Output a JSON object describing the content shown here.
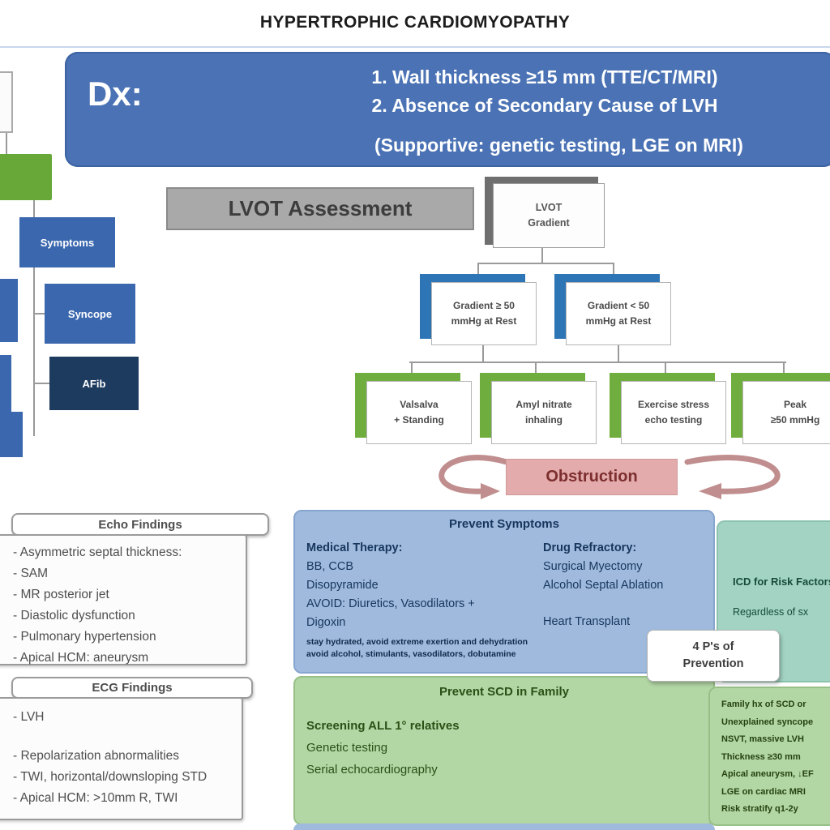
{
  "title": "HYPERTROPHIC CARDIOMYOPATHY",
  "dx": {
    "label": "Dx:",
    "line1": "1. Wall thickness ≥15 mm (TTE/CT/MRI)",
    "line2": "2. Absence of Secondary Cause of LVH",
    "line3": "(Supportive: genetic testing, LGE on MRI)"
  },
  "left_tree": {
    "node1": "Symptoms",
    "node2": "Syncope",
    "node3": "AFib"
  },
  "lvot": {
    "header": "LVOT Assessment",
    "gradient_line1": "LVOT",
    "gradient_line2": "Gradient"
  },
  "rest_boxes": {
    "left_line1": "Gradient ≥ 50",
    "left_line2": "mmHg at Rest",
    "right_line1": "Gradient < 50",
    "right_line2": "mmHg at Rest"
  },
  "provocation": {
    "box1_line1": "Valsalva",
    "box1_line2": "+ Standing",
    "box2_line1": "Amyl nitrate",
    "box2_line2": "inhaling",
    "box3_line1": "Exercise stress",
    "box3_line2": "echo testing",
    "box4_line1": "Peak",
    "box4_line2": "≥50 mmHg"
  },
  "obstruction_label": "Obstruction",
  "echo_findings": {
    "header": "Echo Findings",
    "items": [
      "Asymmetric septal thickness:",
      "SAM",
      "MR posterior jet",
      "Diastolic dysfunction",
      "Pulmonary hypertension",
      "Apical HCM: aneurysm"
    ]
  },
  "ecg_findings": {
    "header": "ECG Findings",
    "items": [
      "LVH",
      "Repolarization abnormalities",
      "TWI, horizontal/downsloping STD",
      "Apical HCM: >10mm R, TWI"
    ]
  },
  "prevent_symptoms": {
    "title": "Prevent Symptoms",
    "medical_therapy": {
      "header": "Medical Therapy:",
      "items": [
        "BB, CCB",
        "Disopyramide",
        "AVOID: Diuretics, Vasodilators +",
        "Digoxin"
      ],
      "caution1": "stay hydrated, avoid extreme exertion and dehydration",
      "caution2": "avoid alcohol, stimulants, vasodilators, dobutamine"
    },
    "drug_refractory": {
      "header": "Drug Refractory:",
      "items": [
        "Surgical Myectomy",
        "Alcohol Septal Ablation"
      ],
      "last_item": "Heart Transplant"
    }
  },
  "prevent_scd_family": {
    "title": "Prevent SCD in Family",
    "item1": "Screening ALL 1° relatives",
    "item2": "Genetic testing",
    "item3": "Serial echocardiography"
  },
  "scd_panel": {
    "line1": "ICD for Risk Factors",
    "line2": "Regardless of sx"
  },
  "risk_factors": {
    "items": [
      "Family hx of SCD or",
      "Unexplained syncope",
      "NSVT, massive LVH",
      "Thickness ≥30 mm",
      "Apical aneurysm, ↓EF",
      "LGE on cardiac MRI",
      "Risk stratify q1-2y"
    ]
  },
  "four_ps": {
    "line1": "4 P's of",
    "line2": "Prevention"
  },
  "colors": {
    "dx_blue": "#4a72b4",
    "tree_blue": "#3a67ae",
    "navy": "#1d3a5f",
    "green_node": "#68a839",
    "gray_header": "#a9a9a9",
    "band_blue": "#2e75b6",
    "band_green": "#6fae3e",
    "obstruction_pink": "#e3abab",
    "arrow_pink": "#c08e8e",
    "blue_panel": "#9fbadd",
    "green_panel": "#b2d6a4",
    "teal_panel": "#a3d4c3"
  }
}
